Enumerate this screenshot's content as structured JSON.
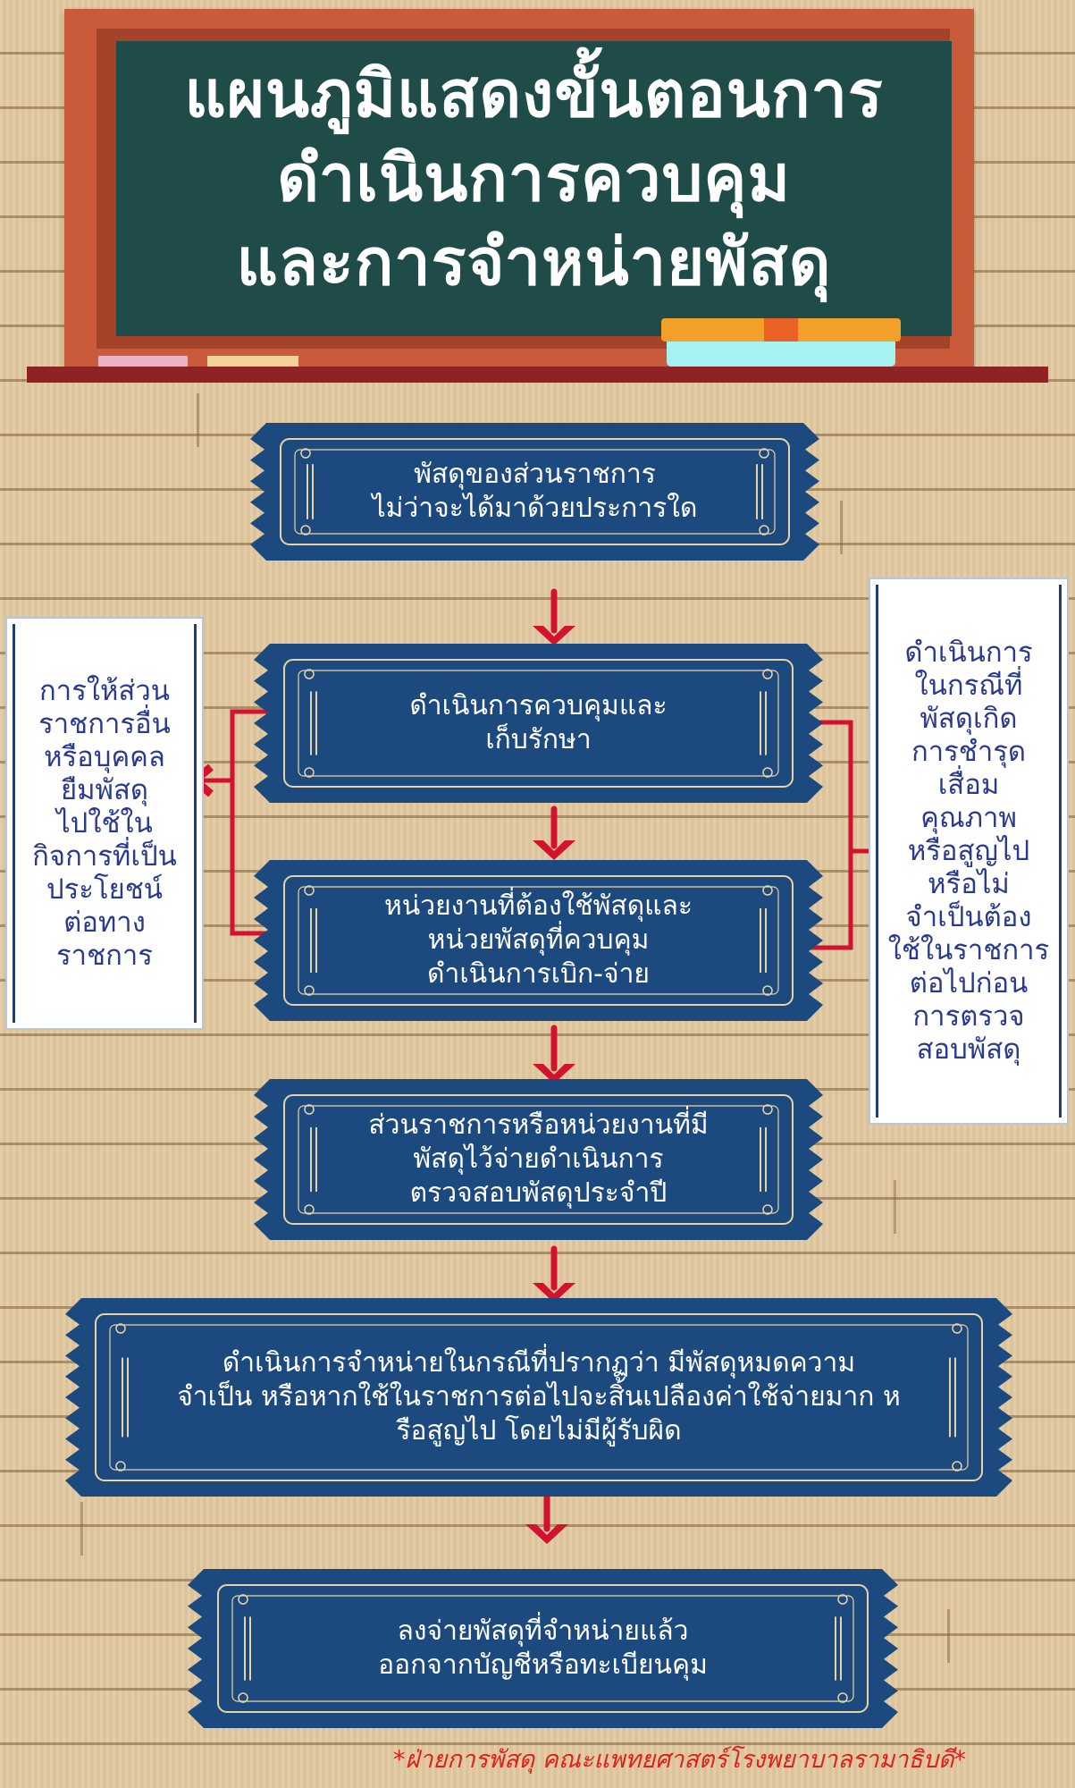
{
  "title": "แผนภูมิแสดงขั้นตอนการ\nดำเนินการควบคุม\nและการจำหน่ายพัสดุ",
  "steps": [
    {
      "text": "พัสดุของส่วนราชการ\nไม่ว่าจะได้มาด้วยประการใด"
    },
    {
      "text": "ดำเนินการควบคุมและ\nเก็บรักษา"
    },
    {
      "text": "หน่วยงานที่ต้องใช้พัสดุและ\nหน่วยพัสดุที่ควบคุม\nดำเนินการเบิก-จ่าย"
    },
    {
      "text": "ส่วนราชการหรือหน่วยงานที่มี\nพัสดุไว้จ่ายดำเนินการ\nตรวจสอบพัสดุประจำปี"
    },
    {
      "text": "ดำเนินการจำหน่ายในกรณีที่ปรากฏว่า มีพัสดุหมดความ\nจำเป็น หรือหากใช้ในราชการต่อไปจะสิ้นเปลืองค่าใช้จ่ายมาก ห\nรือสูญไป โดยไม่มีผู้รับผิด"
    },
    {
      "text": "ลงจ่ายพัสดุที่จำหน่ายแล้ว\nออกจากบัญชีหรือทะเบียนคุม"
    }
  ],
  "side_left": {
    "text": "การให้ส่วน\nราชการอื่น\nหรือบุคคล\nยืมพัสดุ\nไปใช้ใน\nกิจการที่เป็น\nประโยชน์\nต่อทาง\nราชการ"
  },
  "side_right": {
    "text": "ดำเนินการ\nในกรณีที่\nพัสดุเกิด\nการชำรุด\nเสื่อม\nคุณภาพ\nหรือสูญไป\nหรือไม่\nจำเป็นต้อง\nใช้ในราชการ\nต่อไปก่อน\nการตรวจ\nสอบพัสดุ"
  },
  "footer": "*ฝ่ายการพัสดุ คณะแพทยศาสตร์โรงพยาบาลรามาธิบดี*",
  "colors": {
    "ticket": "#1d4a7e",
    "ticket_border": "#e8d3a6",
    "arrow": "#d2122e",
    "board": "#1f4b49",
    "frame": "#c95b3a",
    "side_text": "#2a3a8f",
    "footer": "#e0201c"
  }
}
